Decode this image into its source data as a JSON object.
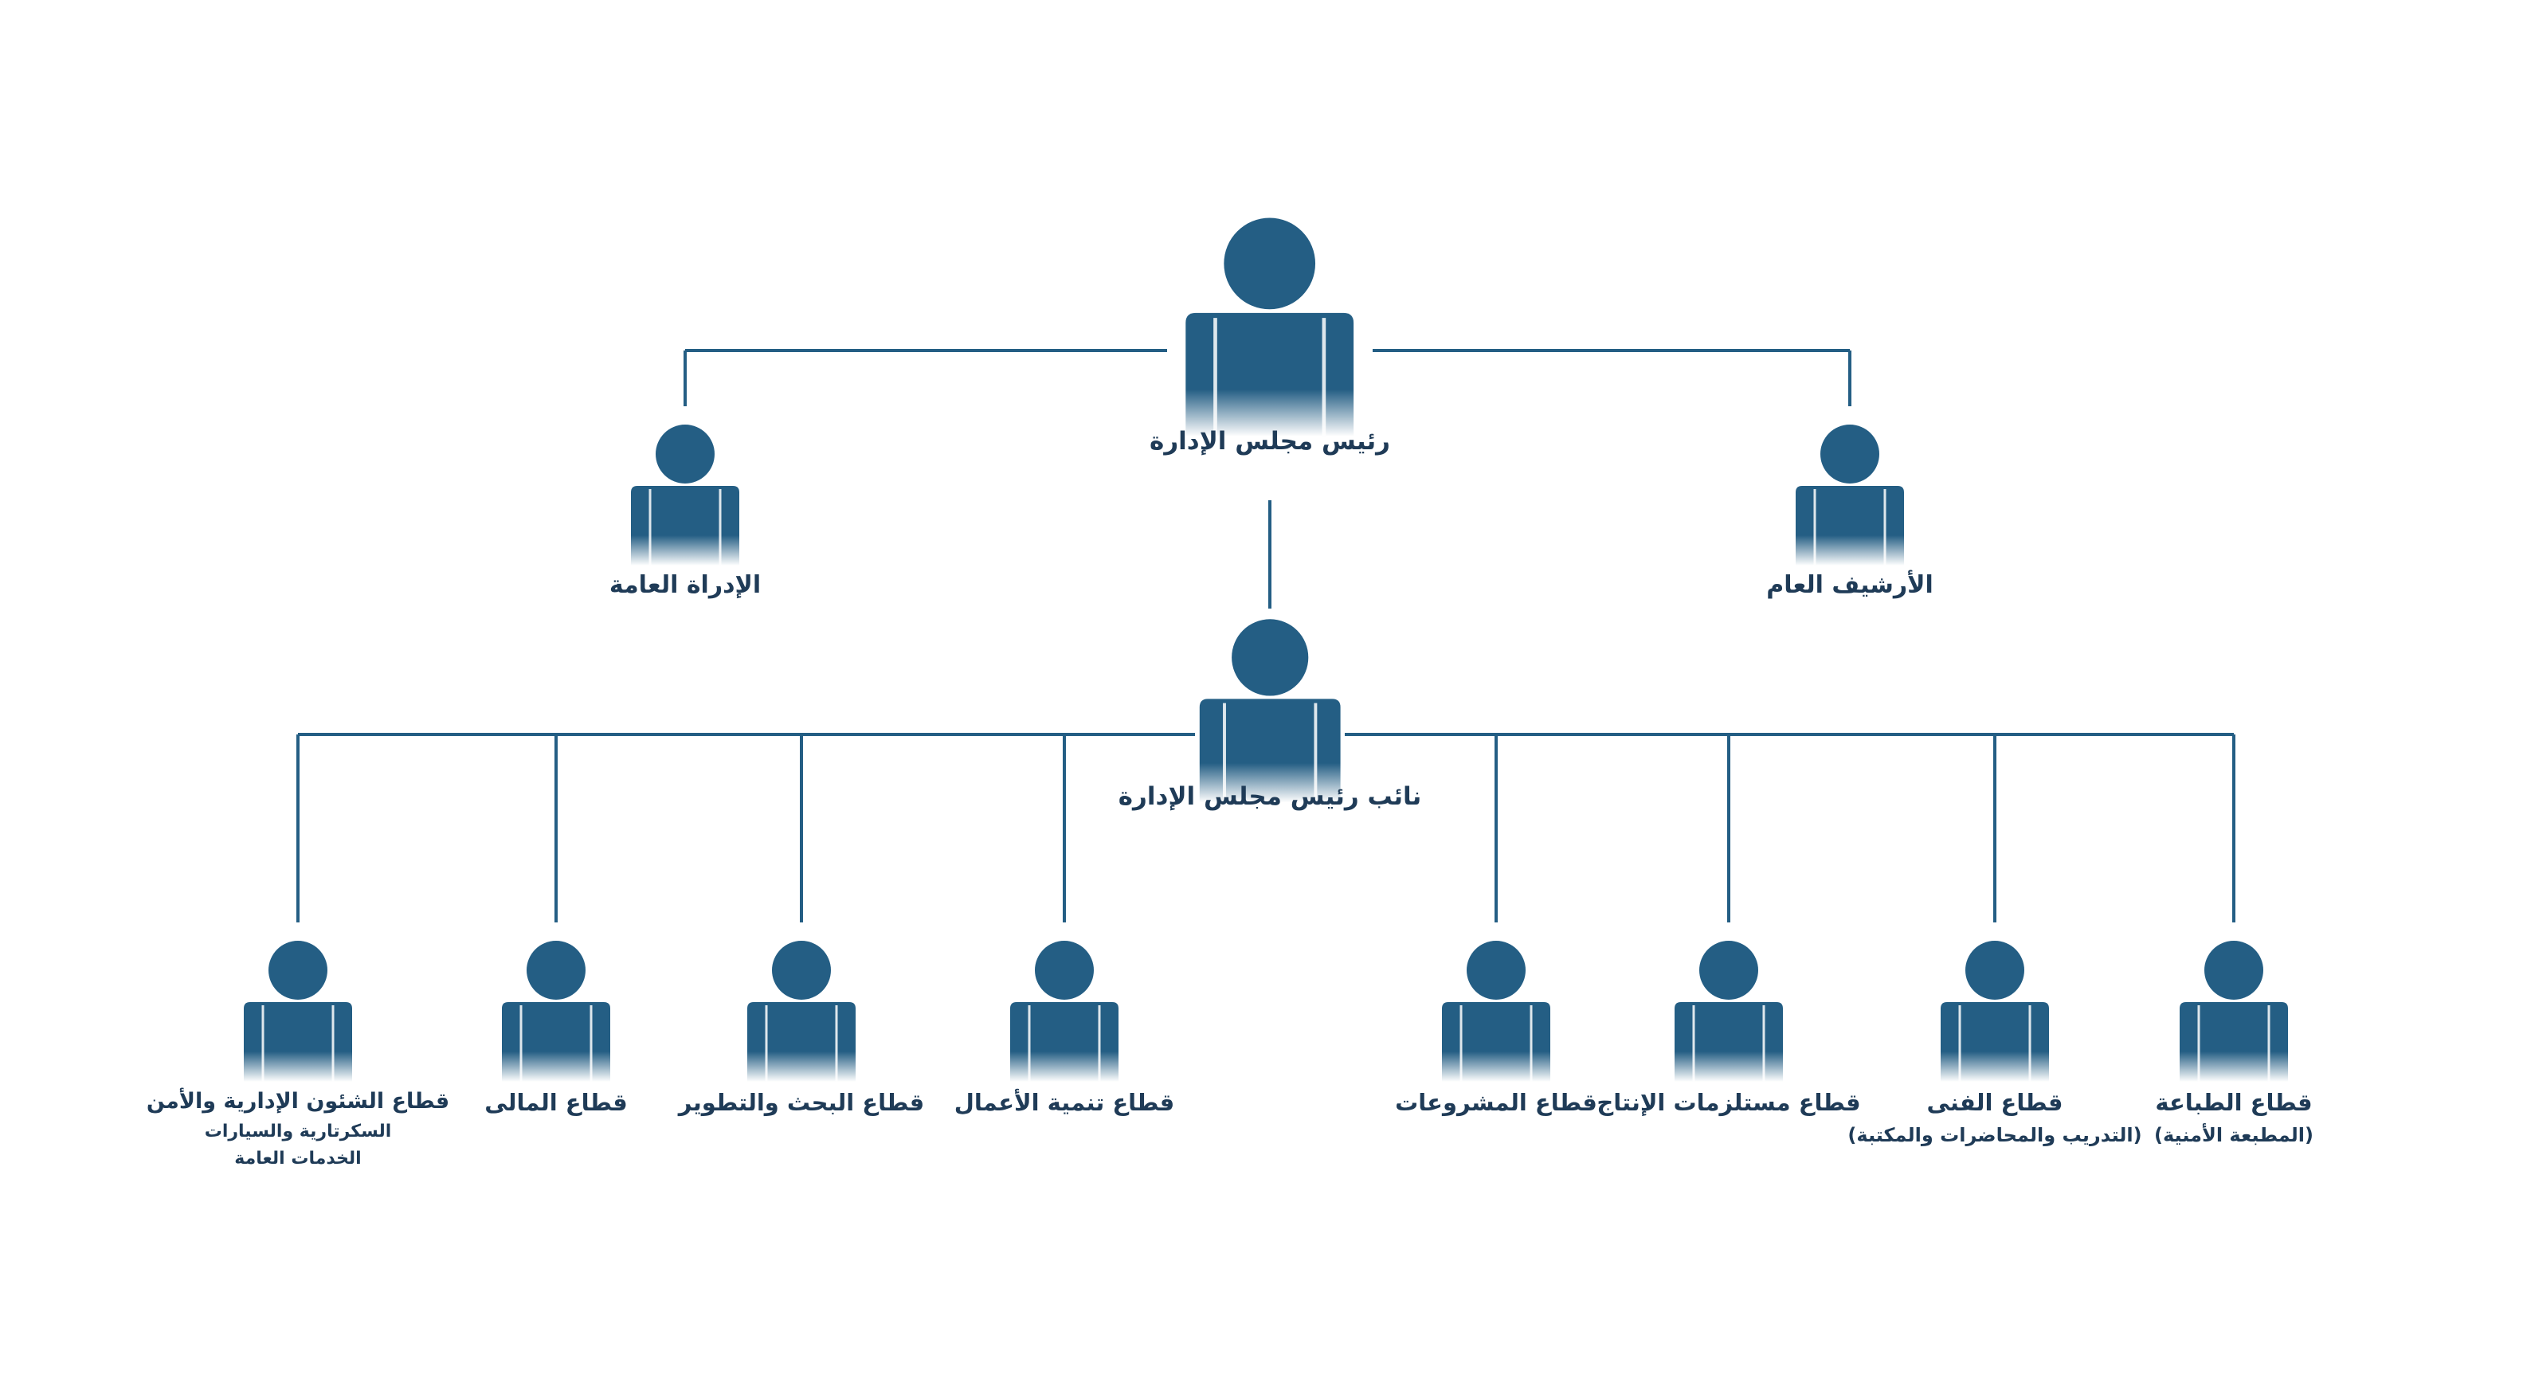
{
  "colors": {
    "figure": "#245e84",
    "figure_dark": "#1b4d70",
    "connector": "#245e84",
    "text": "#1f3b57",
    "background": "#ffffff"
  },
  "icon": "person-icon",
  "nodes": [
    {
      "id": "chairman",
      "label": [
        "رئيس مجلس الإدارة"
      ]
    },
    {
      "id": "general-admin",
      "label": [
        "الإدراة العامة"
      ]
    },
    {
      "id": "general-archive",
      "label": [
        "الأرشيف العام"
      ]
    },
    {
      "id": "vice-chairman",
      "label": [
        "نائب رئيس مجلس الإدارة"
      ]
    },
    {
      "id": "sector-admin-affairs",
      "label": [
        "قطاع الشئون الإدارية والأمن",
        "السكرتارية والسيارات",
        "الخدمات العامة"
      ]
    },
    {
      "id": "sector-finance",
      "label": [
        "قطاع المالى"
      ]
    },
    {
      "id": "sector-research",
      "label": [
        "قطاع البحث والتطوير"
      ]
    },
    {
      "id": "sector-business-dev",
      "label": [
        "قطاع تنمية الأعمال"
      ]
    },
    {
      "id": "sector-projects",
      "label": [
        "قطاع المشروعات"
      ]
    },
    {
      "id": "sector-production",
      "label": [
        "قطاع مستلزمات الإنتاج"
      ]
    },
    {
      "id": "sector-technical",
      "label": [
        "قطاع الفنى",
        "(التدريب والمحاضرات والمكتبة)"
      ]
    },
    {
      "id": "sector-printing",
      "label": [
        "قطاع الطباعة",
        "(المطبعة الأمنية)"
      ]
    }
  ],
  "edges": [
    [
      "chairman",
      "general-admin"
    ],
    [
      "chairman",
      "general-archive"
    ],
    [
      "chairman",
      "vice-chairman"
    ],
    [
      "vice-chairman",
      "sector-admin-affairs"
    ],
    [
      "vice-chairman",
      "sector-finance"
    ],
    [
      "vice-chairman",
      "sector-research"
    ],
    [
      "vice-chairman",
      "sector-business-dev"
    ],
    [
      "vice-chairman",
      "sector-projects"
    ],
    [
      "vice-chairman",
      "sector-production"
    ],
    [
      "vice-chairman",
      "sector-technical"
    ],
    [
      "vice-chairman",
      "sector-printing"
    ]
  ]
}
